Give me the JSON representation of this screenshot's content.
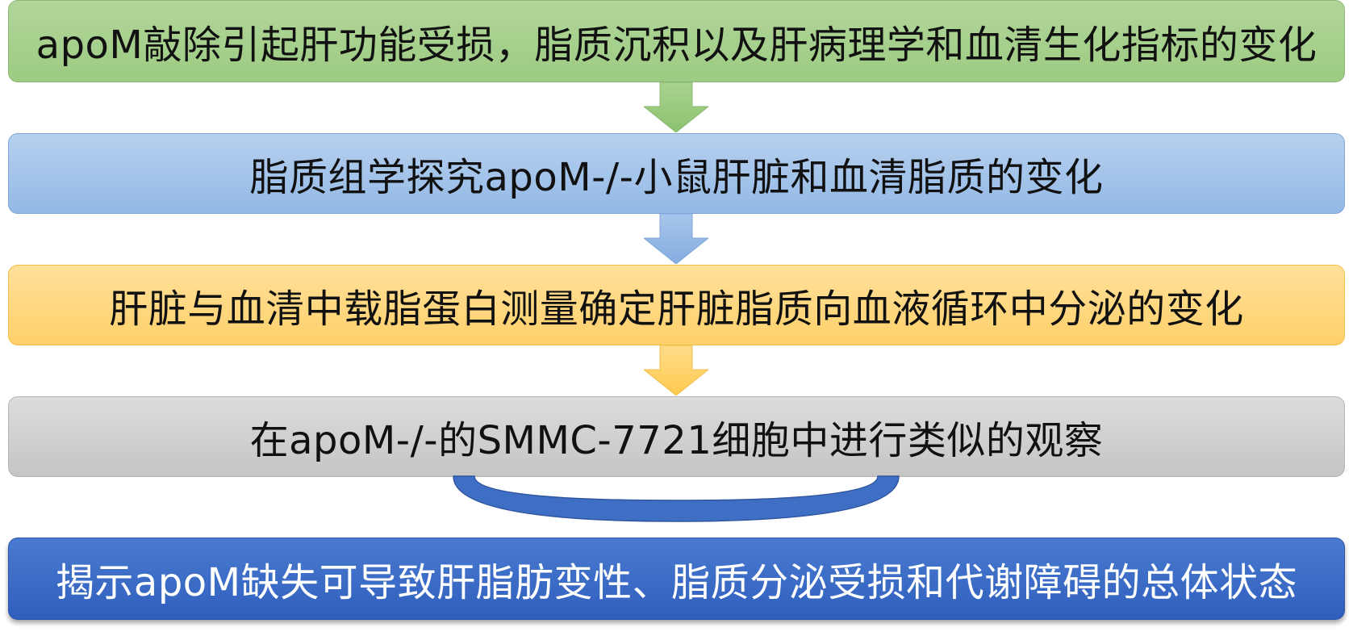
{
  "steps": [
    {
      "label": "apoM敲除引起肝功能受损，脂质沉积以及肝病理学和血清生化指标的变化",
      "color": "#9ccb82"
    },
    {
      "label": "脂质组学探究apoM-/-小鼠肝脏和血清脂质的变化",
      "color": "#93b9e6"
    },
    {
      "label": "肝脏与血清中载脂蛋白测量确定肝脏脂质向血液循环中分泌的变化",
      "color": "#ffd06a"
    },
    {
      "label": "在apoM-/-的SMMC-7721细胞中进行类似的观察",
      "color": "#c5c5c5"
    }
  ],
  "conclusion": {
    "label": "揭示apoM缺失可导致肝脂肪变性、脂质分泌受损和代谢障碍的总体状态",
    "color": "#2f5fbd"
  },
  "arrow_colors": [
    "#9ccb82",
    "#93b9e6",
    "#ffd06a"
  ],
  "connector_color": "#3f6fc4"
}
